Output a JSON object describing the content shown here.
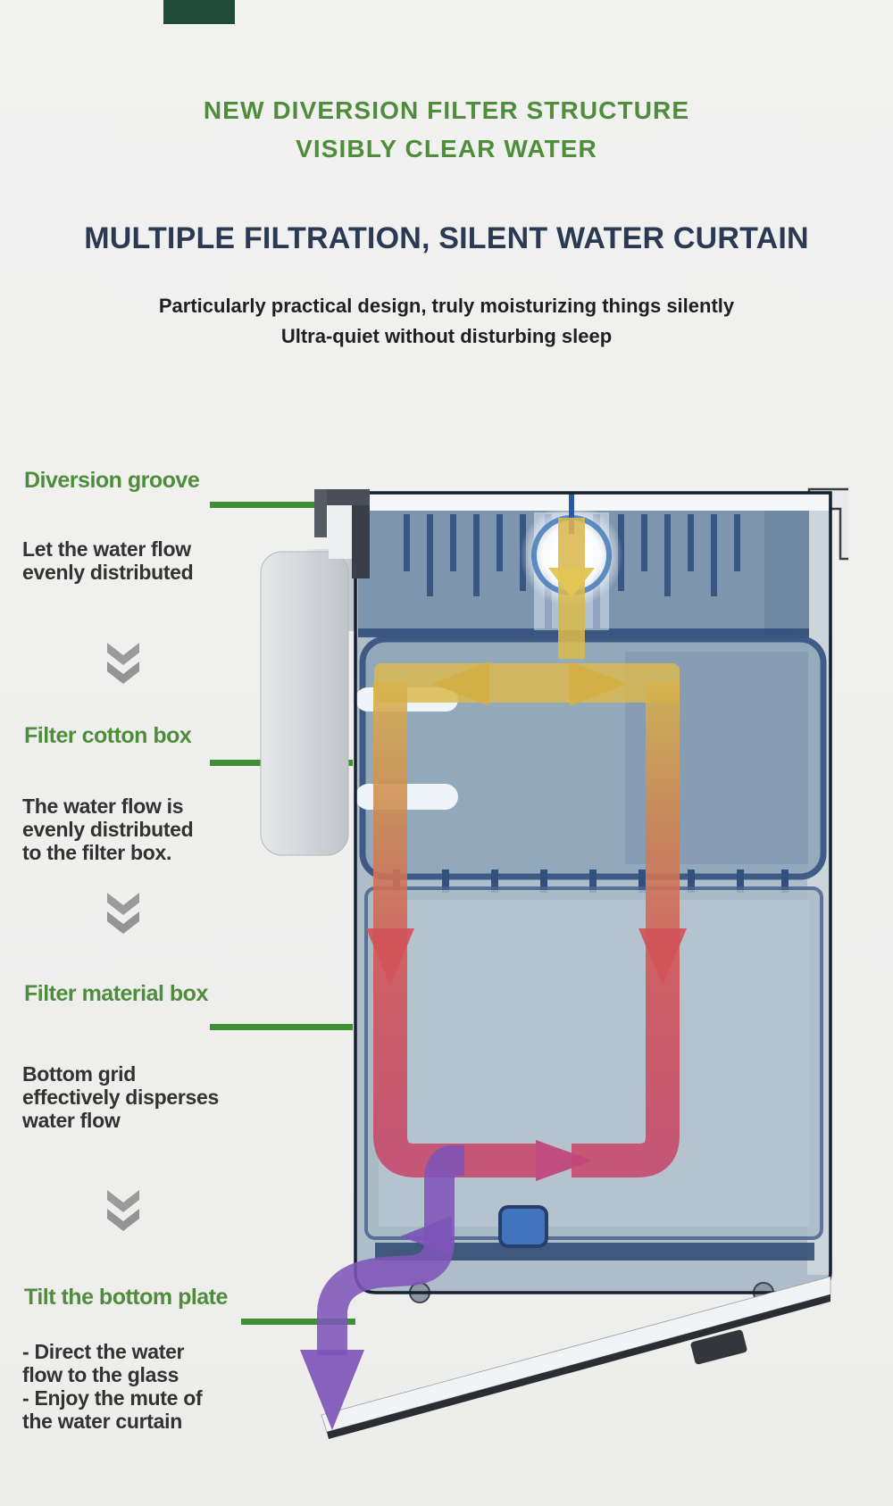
{
  "header": {
    "eyebrow_line1": "NEW DIVERSION FILTER STRUCTURE",
    "eyebrow_line2": "VISIBLY CLEAR WATER",
    "title": "MULTIPLE FILTRATION, SILENT WATER CURTAIN",
    "subtitle_line1": "Particularly practical design, truly moisturizing things silently",
    "subtitle_line2": "Ultra-quiet without disturbing sleep"
  },
  "sections": [
    {
      "label": "Diversion groove",
      "lines": [
        "Let the water flow",
        "evenly distributed"
      ]
    },
    {
      "label": "Filter cotton box",
      "lines": [
        "The water flow is",
        "evenly distributed",
        "to the filter box."
      ]
    },
    {
      "label": "Filter material box",
      "lines": [
        "Bottom grid",
        "effectively disperses",
        "water flow"
      ]
    },
    {
      "label": "Tilt the bottom plate",
      "lines": [
        "- Direct the water",
        "flow to the glass",
        "- Enjoy the mute of",
        "the water curtain"
      ]
    }
  ],
  "icons": {
    "between_sections": "double-chevron-down-icon",
    "chevron_color": "#9b9b9b"
  },
  "colors": {
    "accent_green": "#4f8d3d",
    "underline_green": "#3f8f35",
    "title_navy": "#2b3a52",
    "body_text": "#323232",
    "background": "#efefee",
    "flow_yellow": "#d9b84f",
    "flow_red": "#d15457",
    "flow_magenta": "#c2477b",
    "flow_purple": "#7e55b8",
    "housing_blue": "#7d96ad",
    "housing_outline": "#17202e"
  },
  "diagram": {
    "subject": "aquarium filter cross-section with water flow path",
    "flow_sequence": [
      "inlet top center",
      "split left-right in diversion groove",
      "down through filter cotton box",
      "down through filter material box",
      "across bottom grid",
      "out bottom-left over tilted plate"
    ]
  }
}
